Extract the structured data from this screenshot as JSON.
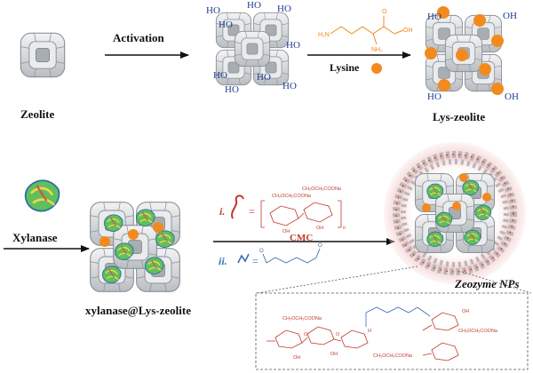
{
  "labels": {
    "zeolite": "Zeolite",
    "activation": "Activation",
    "lysine": "Lysine",
    "lys_zeolite": "Lys-zeolite",
    "xylanase": "Xylanase",
    "xylanase_lys_zeolite": "xylanase@Lys-zeolite",
    "step_i": "i.",
    "step_ii": "ii.",
    "cmc": "CMC",
    "zeozyme": "Zeozyme NPs"
  },
  "hydroxyl": "HO",
  "hydroxyl_alt": "OH",
  "lysine_structure": {
    "oh": "OH",
    "nh2_left": "H₂N",
    "nh2_bottom": "NH₂",
    "o": "O"
  },
  "cmc_structure": {
    "side_group": "CH₂OCH₂COONa",
    "oh": "OH",
    "h": "H",
    "o": "O",
    "n": "n"
  },
  "colors": {
    "lysine_dot": "#f28a1e",
    "zeolite_fill": "#d4d7da",
    "zeolite_edge": "#8c9196",
    "hydroxyl_text": "#1c3c8c",
    "chem_red": "#c0392b",
    "glutaraldehyde_blue": "#3a6fb0",
    "halo": "#e8a0a0"
  }
}
